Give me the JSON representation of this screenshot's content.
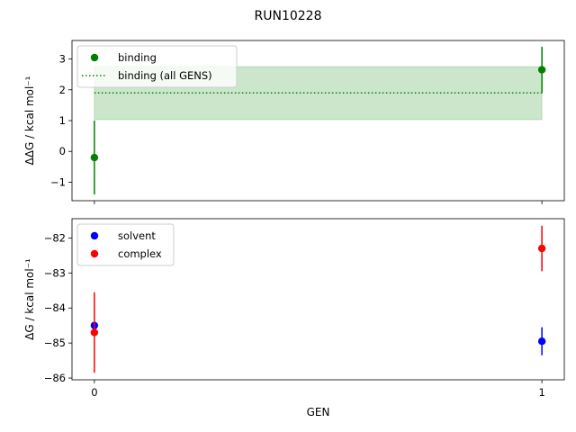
{
  "figure": {
    "title": "RUN10228"
  },
  "chart_data": [
    {
      "type": "scatter",
      "title": "",
      "xlabel": "",
      "ylabel": "ΔΔG / kcal mol⁻¹",
      "xlim": [
        -0.05,
        1.05
      ],
      "ylim": [
        -1.6,
        3.6
      ],
      "yticks": [
        -1,
        0,
        1,
        2,
        3
      ],
      "xticks": [
        0,
        1
      ],
      "xtick_labels_visible": false,
      "grid": false,
      "legend_position": "upper-left",
      "series": [
        {
          "name": "binding",
          "kind": "points",
          "color": "#008000",
          "x": [
            0,
            1
          ],
          "y": [
            -0.2,
            2.65
          ],
          "err": [
            1.2,
            0.75
          ]
        }
      ],
      "band": {
        "name": "binding (all GENS)",
        "color": "#008000",
        "x": [
          0,
          1
        ],
        "mean": 1.9,
        "low": 1.03,
        "high": 2.75
      }
    },
    {
      "type": "scatter",
      "title": "",
      "xlabel": "GEN",
      "ylabel": "ΔG / kcal mol⁻¹",
      "xlim": [
        -0.05,
        1.05
      ],
      "ylim": [
        -86.05,
        -81.45
      ],
      "yticks": [
        -86,
        -85,
        -84,
        -83,
        -82
      ],
      "xticks": [
        0,
        1
      ],
      "xtick_labels_visible": true,
      "grid": false,
      "legend_position": "upper-left",
      "series": [
        {
          "name": "solvent",
          "kind": "points",
          "color": "#0000ff",
          "x": [
            0,
            1
          ],
          "y": [
            -84.5,
            -84.95
          ],
          "err": [
            0.08,
            0.4
          ]
        },
        {
          "name": "complex",
          "kind": "points",
          "color": "#ff0000",
          "x": [
            0,
            1
          ],
          "y": [
            -84.7,
            -82.3
          ],
          "err": [
            1.15,
            0.65
          ]
        }
      ]
    }
  ]
}
